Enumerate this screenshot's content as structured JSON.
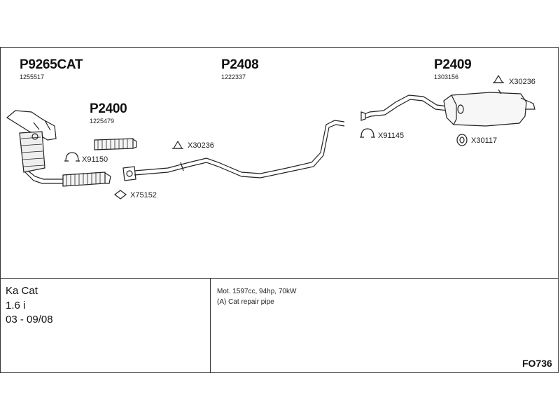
{
  "parts": [
    {
      "number": "P9265CAT",
      "oem": "1255517"
    },
    {
      "number": "P2408",
      "oem": "1222337"
    },
    {
      "number": "P2409",
      "oem": "1303156"
    },
    {
      "number": "P2400",
      "oem": "1225479"
    }
  ],
  "accessories": [
    "X30236",
    "X91150",
    "X75152",
    "X30236",
    "X91145",
    "X30117"
  ],
  "vehicle": {
    "model": "Ka Cat",
    "engine": "1.6 i",
    "years": "03 - 09/08"
  },
  "notes": [
    "Mot. 1597cc, 94hp, 70kW",
    "(A) Cat repair pipe"
  ],
  "diagram_code": "FO736"
}
